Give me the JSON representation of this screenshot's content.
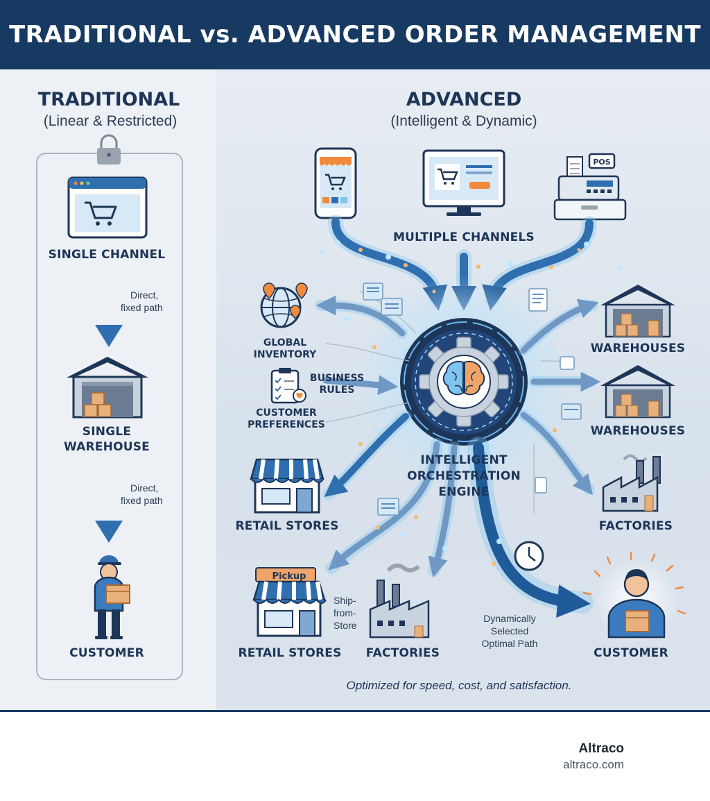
{
  "title": "TRADITIONAL vs. ADVANCED ORDER MANAGEMENT",
  "traditional": {
    "title": "TRADITIONAL",
    "subtitle": "(Linear & Restricted)",
    "steps": [
      "SINGLE CHANNEL",
      "SINGLE",
      "WAREHOUSE",
      "CUSTOMER"
    ],
    "path_note_1": [
      "Direct,",
      "fixed path"
    ],
    "path_note_2": [
      "Direct,",
      "fixed path"
    ]
  },
  "advanced": {
    "title": "ADVANCED",
    "subtitle": "(Intelligent & Dynamic)",
    "channels_label": "MULTIPLE CHANNELS",
    "pos_label": "POS",
    "inputs": {
      "global_inventory": [
        "GLOBAL",
        "INVENTORY"
      ],
      "business_rules": [
        "BUSINESS",
        "RULES"
      ],
      "customer_preferences": [
        "CUSTOMER",
        "PREFERENCES"
      ]
    },
    "engine": [
      "INTELLIGENT",
      "ORCHESTRATION",
      "ENGINE"
    ],
    "destinations": {
      "warehouses_1": "WAREHOUSES",
      "warehouses_2": "WAREHOUSES",
      "factories_right": "FACTORIES",
      "retail_stores_mid": "RETAIL STORES",
      "retail_stores_bottom": "RETAIL STORES",
      "factories_bottom": "FACTORIES",
      "customer": "CUSTOMER"
    },
    "pickup_label": "Pickup",
    "ship_from_store": [
      "Ship-",
      "from-",
      "Store"
    ],
    "optimal_path": [
      "Dynamically",
      "Selected",
      "Optimal Path"
    ],
    "tagline": "Optimized for speed, cost, and satisfaction."
  },
  "footer": {
    "brand": "Altraco",
    "url": "altraco.com"
  },
  "colors": {
    "header": "#173a63",
    "navy": "#1d3557",
    "flow_blue": "#2f6fb0",
    "glow": "#7fc4ee",
    "box_orange": "#e8b07a",
    "accent_orange": "#f28a3c",
    "left_bg": "#edf0f4",
    "right_bg": "#dfe6ee"
  },
  "icons": [
    "lock-icon",
    "browser-cart-icon",
    "warehouse-icon",
    "delivery-worker-icon",
    "smartphone-shop-icon",
    "desktop-cart-icon",
    "pos-register-icon",
    "globe-pins-icon",
    "clipboard-checklist-icon",
    "brain-gear-icon",
    "store-icon",
    "factory-icon",
    "clock-icon",
    "customer-icon",
    "document-icon"
  ]
}
